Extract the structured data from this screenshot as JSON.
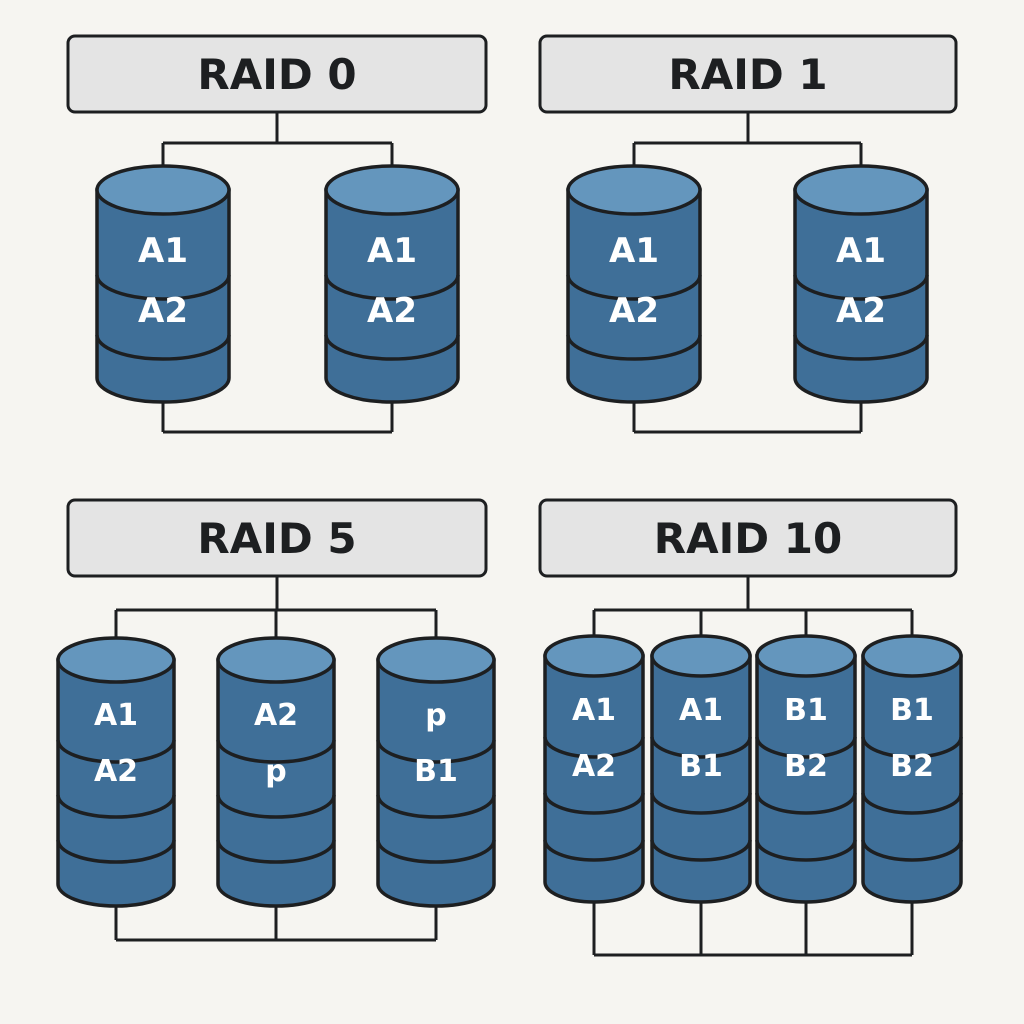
{
  "panels": [
    {
      "title": "RAID 0",
      "disks": [
        {
          "blocks": [
            "A1",
            "A2"
          ]
        },
        {
          "blocks": [
            "A1",
            "A2"
          ]
        }
      ]
    },
    {
      "title": "RAID 1",
      "disks": [
        {
          "blocks": [
            "A1",
            "A2"
          ]
        },
        {
          "blocks": [
            "A1",
            "A2"
          ]
        }
      ]
    },
    {
      "title": "RAID 5",
      "disks": [
        {
          "blocks": [
            "A1",
            "A2"
          ]
        },
        {
          "blocks": [
            "A2",
            "p"
          ]
        },
        {
          "blocks": [
            "p",
            "B1"
          ]
        }
      ]
    },
    {
      "title": "RAID 10",
      "disks": [
        {
          "blocks": [
            "A1",
            "A2"
          ]
        },
        {
          "blocks": [
            "A1",
            "B1"
          ]
        },
        {
          "blocks": [
            "B1",
            "B2"
          ]
        },
        {
          "blocks": [
            "B1",
            "B2"
          ]
        }
      ]
    }
  ],
  "colors": {
    "background": "#f6f5f1",
    "title_fill": "#e4e4e4",
    "disk_body": "#3f6f98",
    "disk_top": "#6496bd",
    "outline": "#1d1f21",
    "label": "#ffffff"
  }
}
